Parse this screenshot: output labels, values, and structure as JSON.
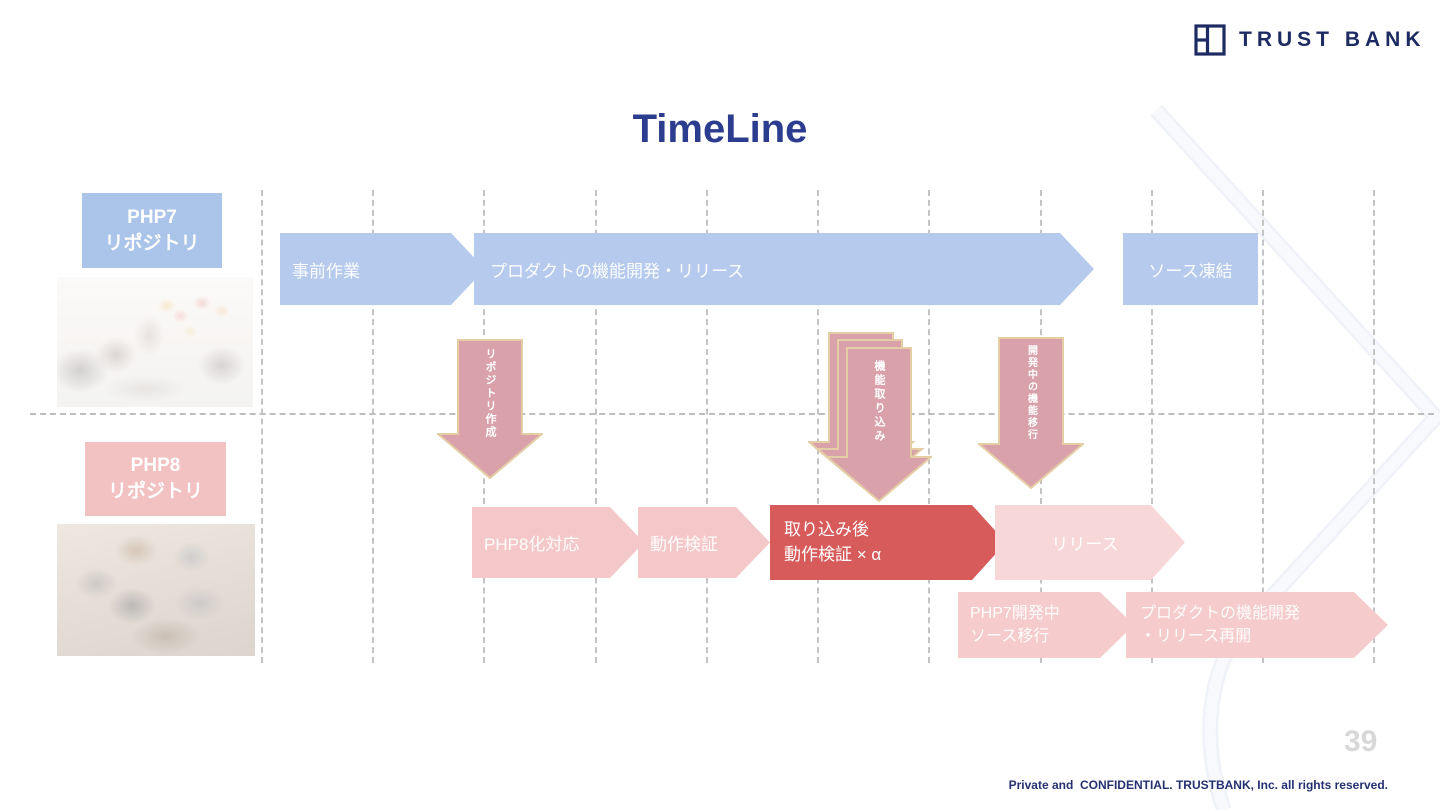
{
  "slide": {
    "title": "TimeLine",
    "page_number": "39",
    "footer": "Private and  CONFIDENTIAL. TRUSTBANK, Inc. all rights reserved."
  },
  "brand": {
    "name": "TRUST BANK",
    "logo_icon": "trust-bank-square-icon",
    "color": "#1e2b63"
  },
  "colors": {
    "accent_blue": "#b6caed",
    "accent_pink": "#f4c8c8",
    "accent_red": "#d85b5b",
    "down_arrow_fill": "#d9a2ab",
    "down_arrow_border": "#e5cda5",
    "title_navy": "#2c3c8e"
  },
  "php7_lane": {
    "label_line1": "PHP7",
    "label_line2": "リポジトリ",
    "stages": [
      {
        "label": "事前作業"
      },
      {
        "label": "プロダクトの機能開発・リリース"
      },
      {
        "label": "ソース凍結"
      }
    ]
  },
  "transitions": [
    {
      "label": "リポジトリ作成"
    },
    {
      "label": "機能取り込み"
    },
    {
      "label": "開発中の機能移行"
    }
  ],
  "php8_lane": {
    "label_line1": "PHP8",
    "label_line2": "リポジトリ",
    "stages": [
      {
        "label": "PHP8化対応"
      },
      {
        "label": "動作検証"
      },
      {
        "line1": "取り込み後",
        "line2": "動作検証 × α"
      },
      {
        "label": "リリース"
      },
      {
        "line1": "PHP7開発中",
        "line2": "ソース移行"
      },
      {
        "line1": "プロダクトの機能開発",
        "line2": "・リリース再開"
      }
    ]
  }
}
